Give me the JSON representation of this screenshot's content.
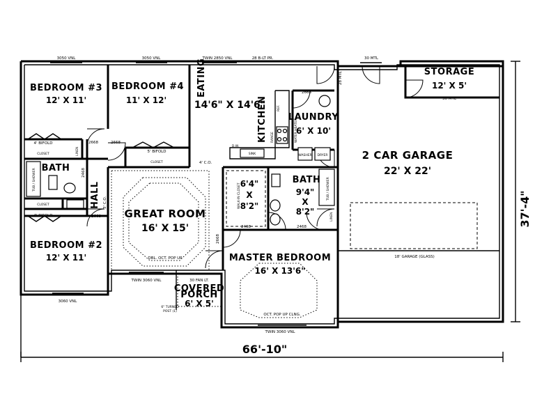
{
  "rooms": {
    "bedroom3": {
      "name": "BEDROOM #3",
      "size": "12' X 11'"
    },
    "bedroom4": {
      "name": "BEDROOM #4",
      "size": "11' X 12'"
    },
    "eating": {
      "name": "EATING"
    },
    "kitchen": {
      "name": "KITCHEN",
      "size": "14'6\" X 14'6\""
    },
    "laundry": {
      "name": "LAUNDRY",
      "size": "6' X 10'"
    },
    "storage": {
      "name": "STORAGE",
      "size": "12' X 5'"
    },
    "garage": {
      "name": "2 CAR GARAGE",
      "size": "22' X 22'"
    },
    "bath_hall": {
      "name": "BATH"
    },
    "hall": {
      "name": "HALL"
    },
    "great_room": {
      "name": "GREAT ROOM",
      "size": "16' X 15'"
    },
    "walk_in_closet": {
      "size_1": "6'4\"",
      "size_x": "X",
      "size_2": "8'2\""
    },
    "bath_master": {
      "name": "BATH",
      "size_1": "9'4\"",
      "size_x": "X",
      "size_2": "8'2\""
    },
    "bedroom2": {
      "name": "BEDROOM #2",
      "size": "12' X 11'"
    },
    "master": {
      "name": "MASTER BEDROOM",
      "size": "16' X 13'6\""
    },
    "porch": {
      "line1": "COVERED",
      "line2": "PORCH",
      "size": "6' X 5'"
    }
  },
  "notes": {
    "win_b3_top": "3050 VNL",
    "win_b4_top": "3050 VNL",
    "win_eating": "TWIN 2850 VNL",
    "door_front": "28 B-LT PR.",
    "garage_win_top": "30 MTL",
    "door_mtl_laundry": "28 MTL",
    "storage_door": "30 MTL",
    "bifold_b3": "4' BIFOLD",
    "closet_b3": "CLOSET",
    "bifold_b4": "5' BIFOLD",
    "closet_b4": "CLOSET",
    "door_2668_b3": "2668",
    "door_2668_b4": "2668",
    "door_2468_bath": "2468",
    "door_2668_b2": "2668",
    "linen_hall": "LINEN",
    "co_hall": "3' C.O.",
    "closet_hall": "CLOSET",
    "bifold_b2": "4' BIFOLD",
    "co_kitchen": "4' C.O.",
    "door_2668_laundry": "2668",
    "door_2868_great": "2668",
    "door_2468_wic": "2468",
    "door_2468_mbath": "2468",
    "linen_master": "LINEN",
    "great_clg": "DBL. OCT. POP UP",
    "master_clg": "OCT. POP UP CLNG.",
    "garage_door": "18' GARAGE (GLASS)",
    "win_great_bottom": "TWIN 3060 VNL",
    "win_b2_bottom": "3060 VNL",
    "porch_fan": "30 FAN LT.",
    "post_1": "6\" TURNED",
    "post_2": "POST (1)",
    "win_master_bottom": "TWIN 3060 VNL",
    "fridge": "REF.",
    "range": "RANGE",
    "dw": "D.W.",
    "walk_in_label": "WALK-IN CLOSET",
    "tub_hall": "TUB / SHOWER",
    "tub_master": "TUB / SHOWER",
    "washer": "WASHER",
    "dryer": "DRYER",
    "sink": "SINK",
    "wh": "WATER HEATER"
  },
  "dimensions": {
    "overall_width": "66'-10\"",
    "overall_depth": "37'-4\""
  }
}
